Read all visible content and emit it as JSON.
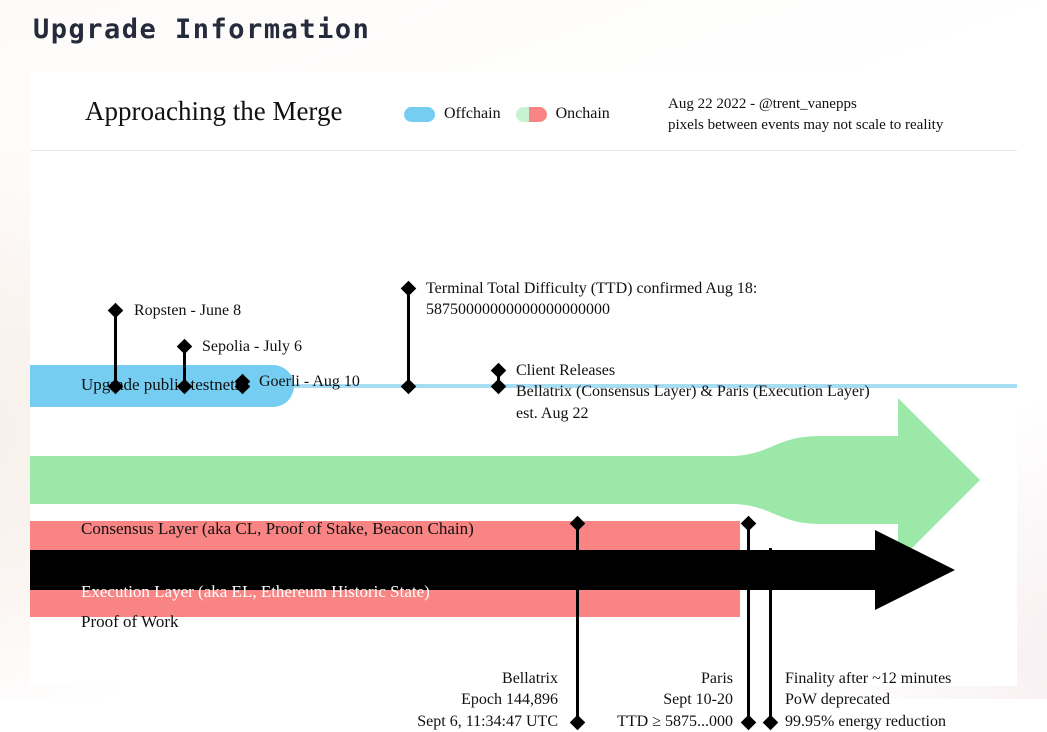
{
  "page": {
    "title": "Upgrade Information",
    "title_color": "#262b3c"
  },
  "header": {
    "chart_title": "Approaching the Merge",
    "legend": [
      {
        "label": "Offchain",
        "color": "#76cdf2",
        "icon": "pill-swatch"
      },
      {
        "label": "Onchain",
        "color": "#f98484",
        "icon": "pill-swatch"
      }
    ],
    "meta_line_1": "Aug 22 2022 - @trent_vanepps",
    "meta_line_2": "pixels between events may not scale to reality"
  },
  "timeline": {
    "offchain_track_label": "Upgrade public testnets",
    "bands": [
      {
        "name": "consensus-layer",
        "label": "Consensus Layer (aka CL, Proof of Stake, Beacon Chain)",
        "color": "#9be8a8"
      },
      {
        "name": "execution-layer",
        "label": "Execution Layer (aka EL, Ethereum Historic State)",
        "color": "#000000"
      },
      {
        "name": "proof-of-work",
        "label": "Proof of Work",
        "color": "#f98484"
      }
    ],
    "events_top": [
      {
        "name": "ropsten",
        "label": "Ropsten - June 8"
      },
      {
        "name": "sepolia",
        "label": "Sepolia - July 6"
      },
      {
        "name": "goerli",
        "label": "Goerli - Aug 10"
      }
    ],
    "event_ttd": {
      "line1": "Terminal Total Difficulty (TTD) confirmed Aug 18:",
      "line2": "58750000000000000000000"
    },
    "event_client_releases": {
      "line1": "Client Releases",
      "line2": "Bellatrix (Consensus Layer) & Paris (Execution Layer)",
      "line3": "est. Aug 22"
    },
    "events_bottom": [
      {
        "name": "bellatrix",
        "lines": [
          "Bellatrix",
          "Epoch 144,896",
          "Sept 6, 11:34:47 UTC"
        ]
      },
      {
        "name": "paris",
        "lines": [
          "Paris",
          "Sept 10-20",
          "TTD ≥ 5875...000"
        ]
      },
      {
        "name": "finality",
        "lines": [
          "Finality after ~12 minutes",
          "PoW deprecated",
          "99.95% energy reduction"
        ]
      }
    ]
  }
}
